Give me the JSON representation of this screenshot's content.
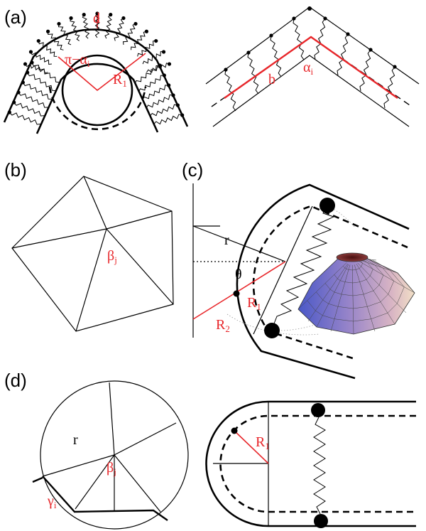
{
  "panels": {
    "a": {
      "label": "(a)",
      "d": "d",
      "pi_alpha": "π−α",
      "pi_alpha_sub": "i",
      "R1": "R",
      "R1_sub": "1",
      "b": "b",
      "alpha": "α",
      "alpha_sub": "i"
    },
    "b": {
      "label": "(b)",
      "beta": "β",
      "beta_sub": "j"
    },
    "c": {
      "label": "(c)",
      "r": "r",
      "theta": "θ",
      "R1": "R",
      "R1_sub": "1",
      "R2": "R",
      "R2_sub": "2"
    },
    "d": {
      "label": "(d)",
      "r": "r",
      "beta": "β",
      "beta_sub": "j",
      "gamma": "γ",
      "gamma_sub": "i",
      "R1": "R",
      "R1_sub": "1"
    }
  },
  "colors": {
    "accent": "#e8262a",
    "line": "#000000"
  }
}
